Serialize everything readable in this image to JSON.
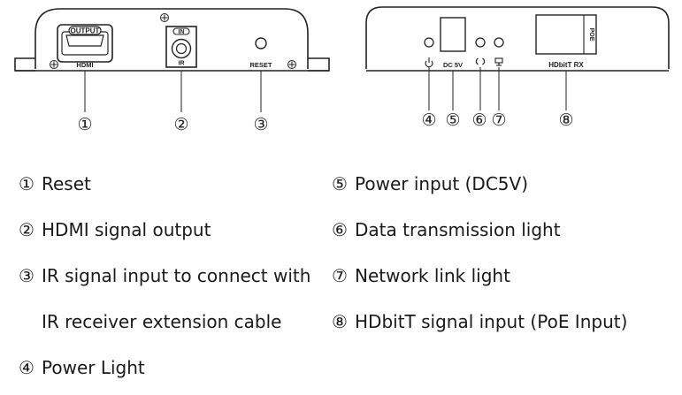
{
  "left_panel": {
    "hdmi_box_label": "OUTPUT",
    "hdmi_label": "HDMI",
    "ir_box_label": "IN",
    "ir_label": "IR",
    "reset_label": "RESET",
    "callouts": [
      "①",
      "②",
      "③"
    ]
  },
  "right_panel": {
    "dc_label": "DC 5V",
    "poe_label": "POE",
    "hdbit_label": "HDbitT RX",
    "callouts": [
      "④",
      "⑤",
      "⑥",
      "⑦",
      "⑧"
    ]
  },
  "legend": {
    "left": [
      {
        "marker": "①",
        "text": "Reset"
      },
      {
        "marker": "②",
        "text": "HDMI signal output"
      },
      {
        "marker": "③",
        "text": "IR signal input to connect with"
      },
      {
        "marker": "",
        "text": "IR receiver extension cable"
      },
      {
        "marker": "④",
        "text": "Power Light"
      }
    ],
    "right": [
      {
        "marker": "⑤",
        "text": "Power input (DC5V)"
      },
      {
        "marker": "⑥",
        "text": "Data transmission light"
      },
      {
        "marker": "⑦",
        "text": "Network link light"
      },
      {
        "marker": "⑧",
        "text": "HDbitT signal input (PoE Input)"
      }
    ]
  }
}
